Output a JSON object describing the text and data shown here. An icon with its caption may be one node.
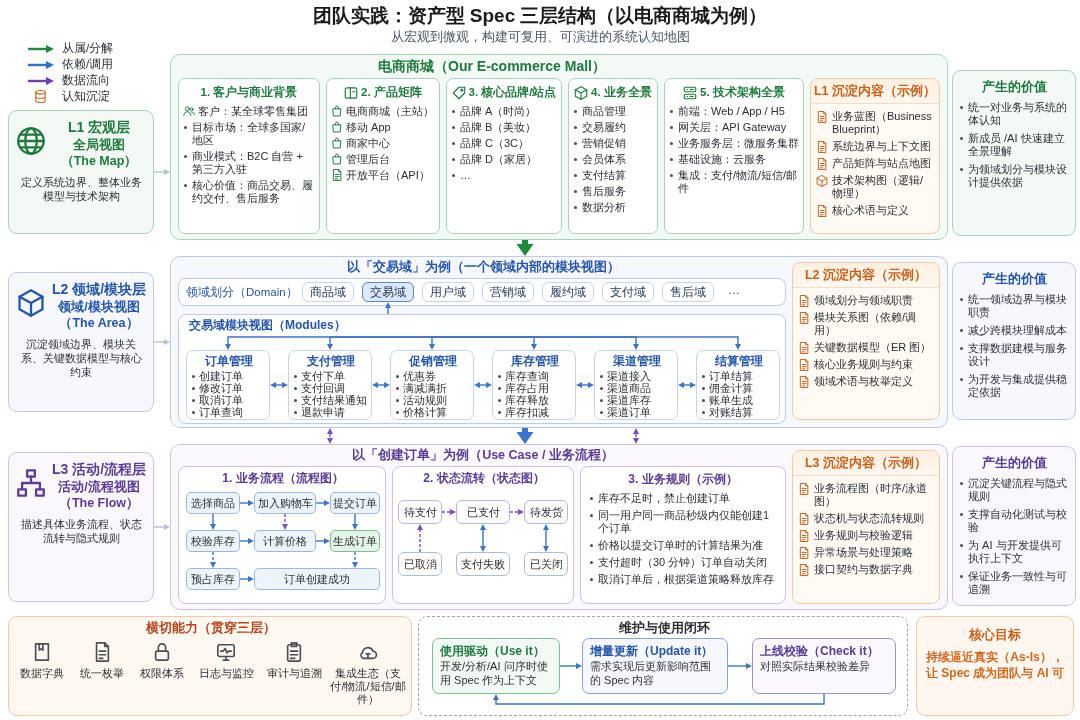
{
  "diagram": {
    "title": "团队实践：资产型 Spec 三层结构（以电商商城为例）",
    "nodes": [
      {
        "text": [
          "L1 宏观层",
          "全局视图",
          "（The Map）",
          "定义系统边界、整体业务模型与技术架构"
        ]
      },
      {
        "text": [
          "电商商城（Our E-commerce Mall）"
        ]
      },
      {
        "text": [
          "1. 客户与商业背景",
          "客户：某全球零售集团",
          "目标市场：全球多国家/地区",
          "商业模式：B2C 自营 + 第三方入驻",
          "核心价值：商品交易、履约交付、售后服务"
        ],
        "in": 1
      },
      {
        "text": [
          "2. 产品矩阵",
          "电商商城（主站）",
          "移动 App",
          "商家中心",
          "管理后台",
          "开放平台（API）"
        ],
        "in": 1
      },
      {
        "text": [
          "3. 核心品牌/站点",
          "品牌 A（时尚）",
          "品牌 B（美妆）",
          "品牌 C（3C）",
          "品牌 D（家居）",
          "…"
        ],
        "in": 1
      },
      {
        "text": [
          "4. 业务全景",
          "商品管理",
          "交易履约",
          "营销促销",
          "会员体系",
          "支付结算",
          "售后服务",
          "数据分析"
        ],
        "in": 1
      },
      {
        "text": [
          "5. 技术架构全景",
          "前端：Web / App / H5",
          "网关层：API Gateway",
          "业务服务层：微服务集群",
          "基础设施：云服务",
          "集成：支付/物流/短信/邮件"
        ],
        "in": 1
      },
      {
        "text": [
          "L1 沉淀内容（示例）",
          "业务蓝图（Business Blueprint）",
          "系统边界与上下文图",
          "产品矩阵与站点地图",
          "技术架构图（逻辑/物理）",
          "核心术语与定义"
        ],
        "in": 1
      },
      {
        "text": [
          "产生的价值",
          "统一对业务与系统的体认知",
          "新成员 /AI 快速建立全景理解",
          "为领域划分与模块设计提供依据"
        ]
      },
      {
        "text": [
          "L2 领域/模块层",
          "领域/模块视图",
          "（The Area）",
          "沉淀领域边界、模块关系、关键数据模型与核心约束"
        ]
      },
      {
        "text": [
          "以「交易域」为例（一个领域内部的模块视图）"
        ]
      },
      {
        "text": [
          "领域划分（Domain）"
        ],
        "in": 10
      },
      {
        "text": [
          "商品域"
        ],
        "in": 11
      },
      {
        "text": [
          "交易域"
        ],
        "in": 11
      },
      {
        "text": [
          "用户域"
        ],
        "in": 11
      },
      {
        "text": [
          "营销域"
        ],
        "in": 11
      },
      {
        "text": [
          "履约域"
        ],
        "in": 11
      },
      {
        "text": [
          "支付域"
        ],
        "in": 11
      },
      {
        "text": [
          "售后域"
        ],
        "in": 11
      },
      {
        "text": [
          "交易域模块视图（Modules）"
        ],
        "in": 10
      },
      {
        "text": [
          "订单管理",
          "创建订单",
          "修改订单",
          "取消订单",
          "订单查询"
        ],
        "in": 19
      },
      {
        "text": [
          "支付管理",
          "支付下单",
          "支付回调",
          "支付结果通知",
          "退款申请"
        ],
        "in": 19
      },
      {
        "text": [
          "促销管理",
          "优惠券",
          "满减满折",
          "活动规则",
          "价格计算"
        ],
        "in": 19
      },
      {
        "text": [
          "库存管理",
          "库存查询",
          "库存占用",
          "库存释放",
          "库存扣减"
        ],
        "in": 19
      },
      {
        "text": [
          "渠道管理",
          "渠道接入",
          "渠道商品",
          "渠道库存",
          "渠道订单"
        ],
        "in": 19
      },
      {
        "text": [
          "结算管理",
          "订单结算",
          "佣金计算",
          "账单生成",
          "对账结算"
        ],
        "in": 19
      },
      {
        "text": [
          "L2 沉淀内容（示例）",
          "领域划分与领域职责",
          "模块关系图（依赖/调用）",
          "关键数据模型（ER 图）",
          "核心业务规则与约束",
          "领域术语与枚举定义"
        ],
        "in": 10
      },
      {
        "text": [
          "产生的价值",
          "统一领域边界与模块职责",
          "减少跨模块理解成本",
          "支撑数据建模与服务设计",
          "为开发与集成提供稳定依据"
        ]
      },
      {
        "text": [
          "L3 活动/流程层",
          "活动/流程视图",
          "（The Flow）",
          "描述具体业务流程、状态流转与隐式规则"
        ]
      },
      {
        "text": [
          "以「创建订单」为例（Use Case / 业务流程）"
        ]
      },
      {
        "text": [
          "1. 业务流程（流程图）"
        ],
        "in": 29
      },
      {
        "text": [
          "选择商品"
        ],
        "in": 30
      },
      {
        "text": [
          "加入购物车"
        ],
        "in": 30
      },
      {
        "text": [
          "提交订单"
        ],
        "in": 30
      },
      {
        "text": [
          "校验库存"
        ],
        "in": 30
      },
      {
        "text": [
          "计算价格"
        ],
        "in": 30
      },
      {
        "text": [
          "生成订单"
        ],
        "in": 30
      },
      {
        "text": [
          "预占库存"
        ],
        "in": 30
      },
      {
        "text": [
          "订单创建成功"
        ],
        "in": 30
      },
      {
        "text": [
          "2. 状态流转（状态图）"
        ],
        "in": 29
      },
      {
        "text": [
          "待支付"
        ],
        "in": 39
      },
      {
        "text": [
          "已支付"
        ],
        "in": 39
      },
      {
        "text": [
          "待发货"
        ],
        "in": 39
      },
      {
        "text": [
          "已取消"
        ],
        "in": 39
      },
      {
        "text": [
          "支付失败"
        ],
        "in": 39
      },
      {
        "text": [
          "已关闭"
        ],
        "in": 39
      },
      {
        "text": [
          "3. 业务规则（示例）",
          "库存不足时，禁止创建订单",
          "同一用户同一商品秒级内仅能创建1个订单",
          "价格以提交订单时的计算结果为准",
          "支付超时（30 分钟）订单自动关闭",
          "取消订单后，根据渠道策略释放库存"
        ],
        "in": 29
      },
      {
        "text": [
          "L3 沉淀内容（示例）",
          "业务流程图（时序/泳道图）",
          "状态机与状态流转规则",
          "业务规则与校验逻辑",
          "异常场景与处理策略",
          "接口契约与数据字典"
        ],
        "in": 29
      },
      {
        "text": [
          "产生的价值",
          "沉淀关键流程与隐式规则",
          "支撑自动化测试与校验",
          "为 AI 与开发提供可执行上下文",
          "保证业务一致性与可追溯"
        ]
      },
      {
        "text": [
          "横切能力（贯穿三层）"
        ]
      },
      {
        "text": [
          "数据字典"
        ],
        "in": 49
      },
      {
        "text": [
          "统一枚举"
        ],
        "in": 49
      },
      {
        "text": [
          "权限体系"
        ],
        "in": 49
      },
      {
        "text": [
          "日志与监控"
        ],
        "in": 49
      },
      {
        "text": [
          "审计与追溯"
        ],
        "in": 49
      },
      {
        "text": [
          "集成生态（支付/物流/短信/邮件）"
        ],
        "in": 49
      },
      {
        "text": [
          "维护与使用闭环"
        ]
      },
      {
        "text": [
          "使用驱动（Use it）",
          "开发/分析/AI 问序时使用 Spec 作为上下文"
        ],
        "in": 56
      },
      {
        "text": [
          "增量更新（Update it）",
          "需求实现后更新影响范围的 Spec 内容"
        ],
        "in": 56
      },
      {
        "text": [
          "上线校验（Check it）",
          "对照实际结果校验差异"
        ],
        "in": 56
      },
      {
        "text": [
          "核心目标",
          "持续逼近真实（As-Is），让 Spec 成为团队与 AI 可"
        ]
      }
    ],
    "edges": [
      {
        "from": 0,
        "to": 1,
        "arrow": "to",
        "color": "#a9cdb7"
      },
      {
        "from": 1,
        "to": 10,
        "arrow": "to",
        "style": "thick",
        "color": "#1e8a3e"
      },
      {
        "from": 9,
        "to": 10,
        "arrow": "to",
        "color": "#b6c3dd"
      },
      {
        "from": 19,
        "to": 13,
        "arrow": "to"
      },
      {
        "from": null,
        "to": 20,
        "arrow": "to"
      },
      {
        "from": null,
        "to": 21,
        "arrow": "to"
      },
      {
        "from": null,
        "to": 22,
        "arrow": "to"
      },
      {
        "from": null,
        "to": 23,
        "arrow": "to"
      },
      {
        "from": null,
        "to": 24,
        "arrow": "to"
      },
      {
        "from": null,
        "to": 25,
        "arrow": "to"
      },
      {
        "from": 20,
        "to": 21,
        "arrow": "both"
      },
      {
        "from": 21,
        "to": 22,
        "arrow": "both"
      },
      {
        "from": 22,
        "to": 23,
        "arrow": "both"
      },
      {
        "from": 23,
        "to": 24,
        "arrow": "both"
      },
      {
        "from": 24,
        "to": 25,
        "arrow": "both"
      },
      {
        "from": 10,
        "to": 29,
        "arrow": "to",
        "style": "thick"
      },
      {
        "from": 10,
        "to": 29,
        "arrow": "both",
        "style": "dashed",
        "color": "#7b4fc0"
      },
      {
        "from": 10,
        "to": 29,
        "arrow": "both",
        "style": "dashed",
        "color": "#7b4fc0"
      },
      {
        "from": 28,
        "to": 29,
        "arrow": "to",
        "color": "#c4b7de"
      },
      {
        "from": 31,
        "to": 32,
        "arrow": "to"
      },
      {
        "from": 32,
        "to": 33,
        "arrow": "to"
      },
      {
        "from": 31,
        "to": 34,
        "arrow": "to"
      },
      {
        "from": 33,
        "to": 36,
        "arrow": "to"
      },
      {
        "from": 34,
        "to": 35,
        "arrow": "to"
      },
      {
        "from": 35,
        "to": 36,
        "arrow": "to"
      },
      {
        "from": 32,
        "to": 35,
        "arrow": "to",
        "style": "dashed",
        "color": "#7b4fc0"
      },
      {
        "from": 34,
        "to": 37,
        "arrow": "to",
        "style": "dashed"
      },
      {
        "from": 37,
        "to": 38,
        "arrow": "to"
      },
      {
        "from": 36,
        "to": 38,
        "arrow": "to",
        "style": "dashed"
      },
      {
        "from": 40,
        "to": 41,
        "arrow": "to",
        "style": "dashed",
        "color": "#7b4fc0"
      },
      {
        "from": 41,
        "to": 42,
        "arrow": "to",
        "style": "dashed",
        "color": "#7b4fc0"
      },
      {
        "from": 43,
        "to": 40,
        "arrow": "to",
        "style": "dashed",
        "color": "#7b4fc0"
      },
      {
        "from": 41,
        "to": 44,
        "arrow": "both"
      },
      {
        "from": 42,
        "to": 45,
        "arrow": "both"
      },
      {
        "from": 57,
        "to": 58,
        "arrow": "to"
      },
      {
        "from": 58,
        "to": 59,
        "arrow": "to"
      },
      {
        "from": 59,
        "to": 57,
        "arrow": "to"
      }
    ],
    "labels": [
      "从宏观到微观，构建可复用、可演进的系统认知地图",
      "…"
    ],
    "legend": [
      {
        "text": "从属/分解"
      },
      {
        "text": "依赖/调用"
      },
      {
        "text": "数据流向"
      },
      {
        "text": "认知沉淀"
      }
    ]
  }
}
